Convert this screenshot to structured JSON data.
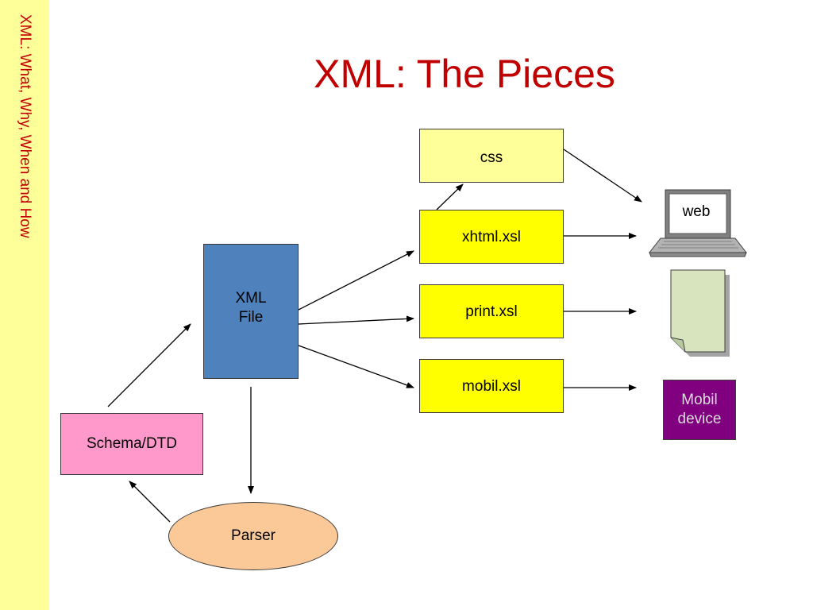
{
  "sidebar": {
    "title": "XML: What, Why, When and How"
  },
  "slide": {
    "title": "XML: The Pieces"
  },
  "nodes": {
    "css": "css",
    "xhtml_xsl": "xhtml.xsl",
    "print_xsl": "print.xsl",
    "mobil_xsl": "mobil.xsl",
    "xml_file_line1": "XML",
    "xml_file_line2": "File",
    "schema": "Schema/DTD",
    "parser": "Parser",
    "web": "web",
    "mobil_device_line1": "Mobil",
    "mobil_device_line2": "device"
  },
  "icons": {
    "laptop": "laptop-icon",
    "document": "document-icon"
  },
  "colors": {
    "title_red": "#c00000",
    "side_band": "#ffff99",
    "xsl_yellow": "#ffff00",
    "css_yellow": "#ffff99",
    "xml_blue": "#4f81bd",
    "schema_pink": "#ff99cc",
    "parser_orange": "#fbc997",
    "device_purple": "#800080",
    "document_green": "#d7e4bd"
  }
}
